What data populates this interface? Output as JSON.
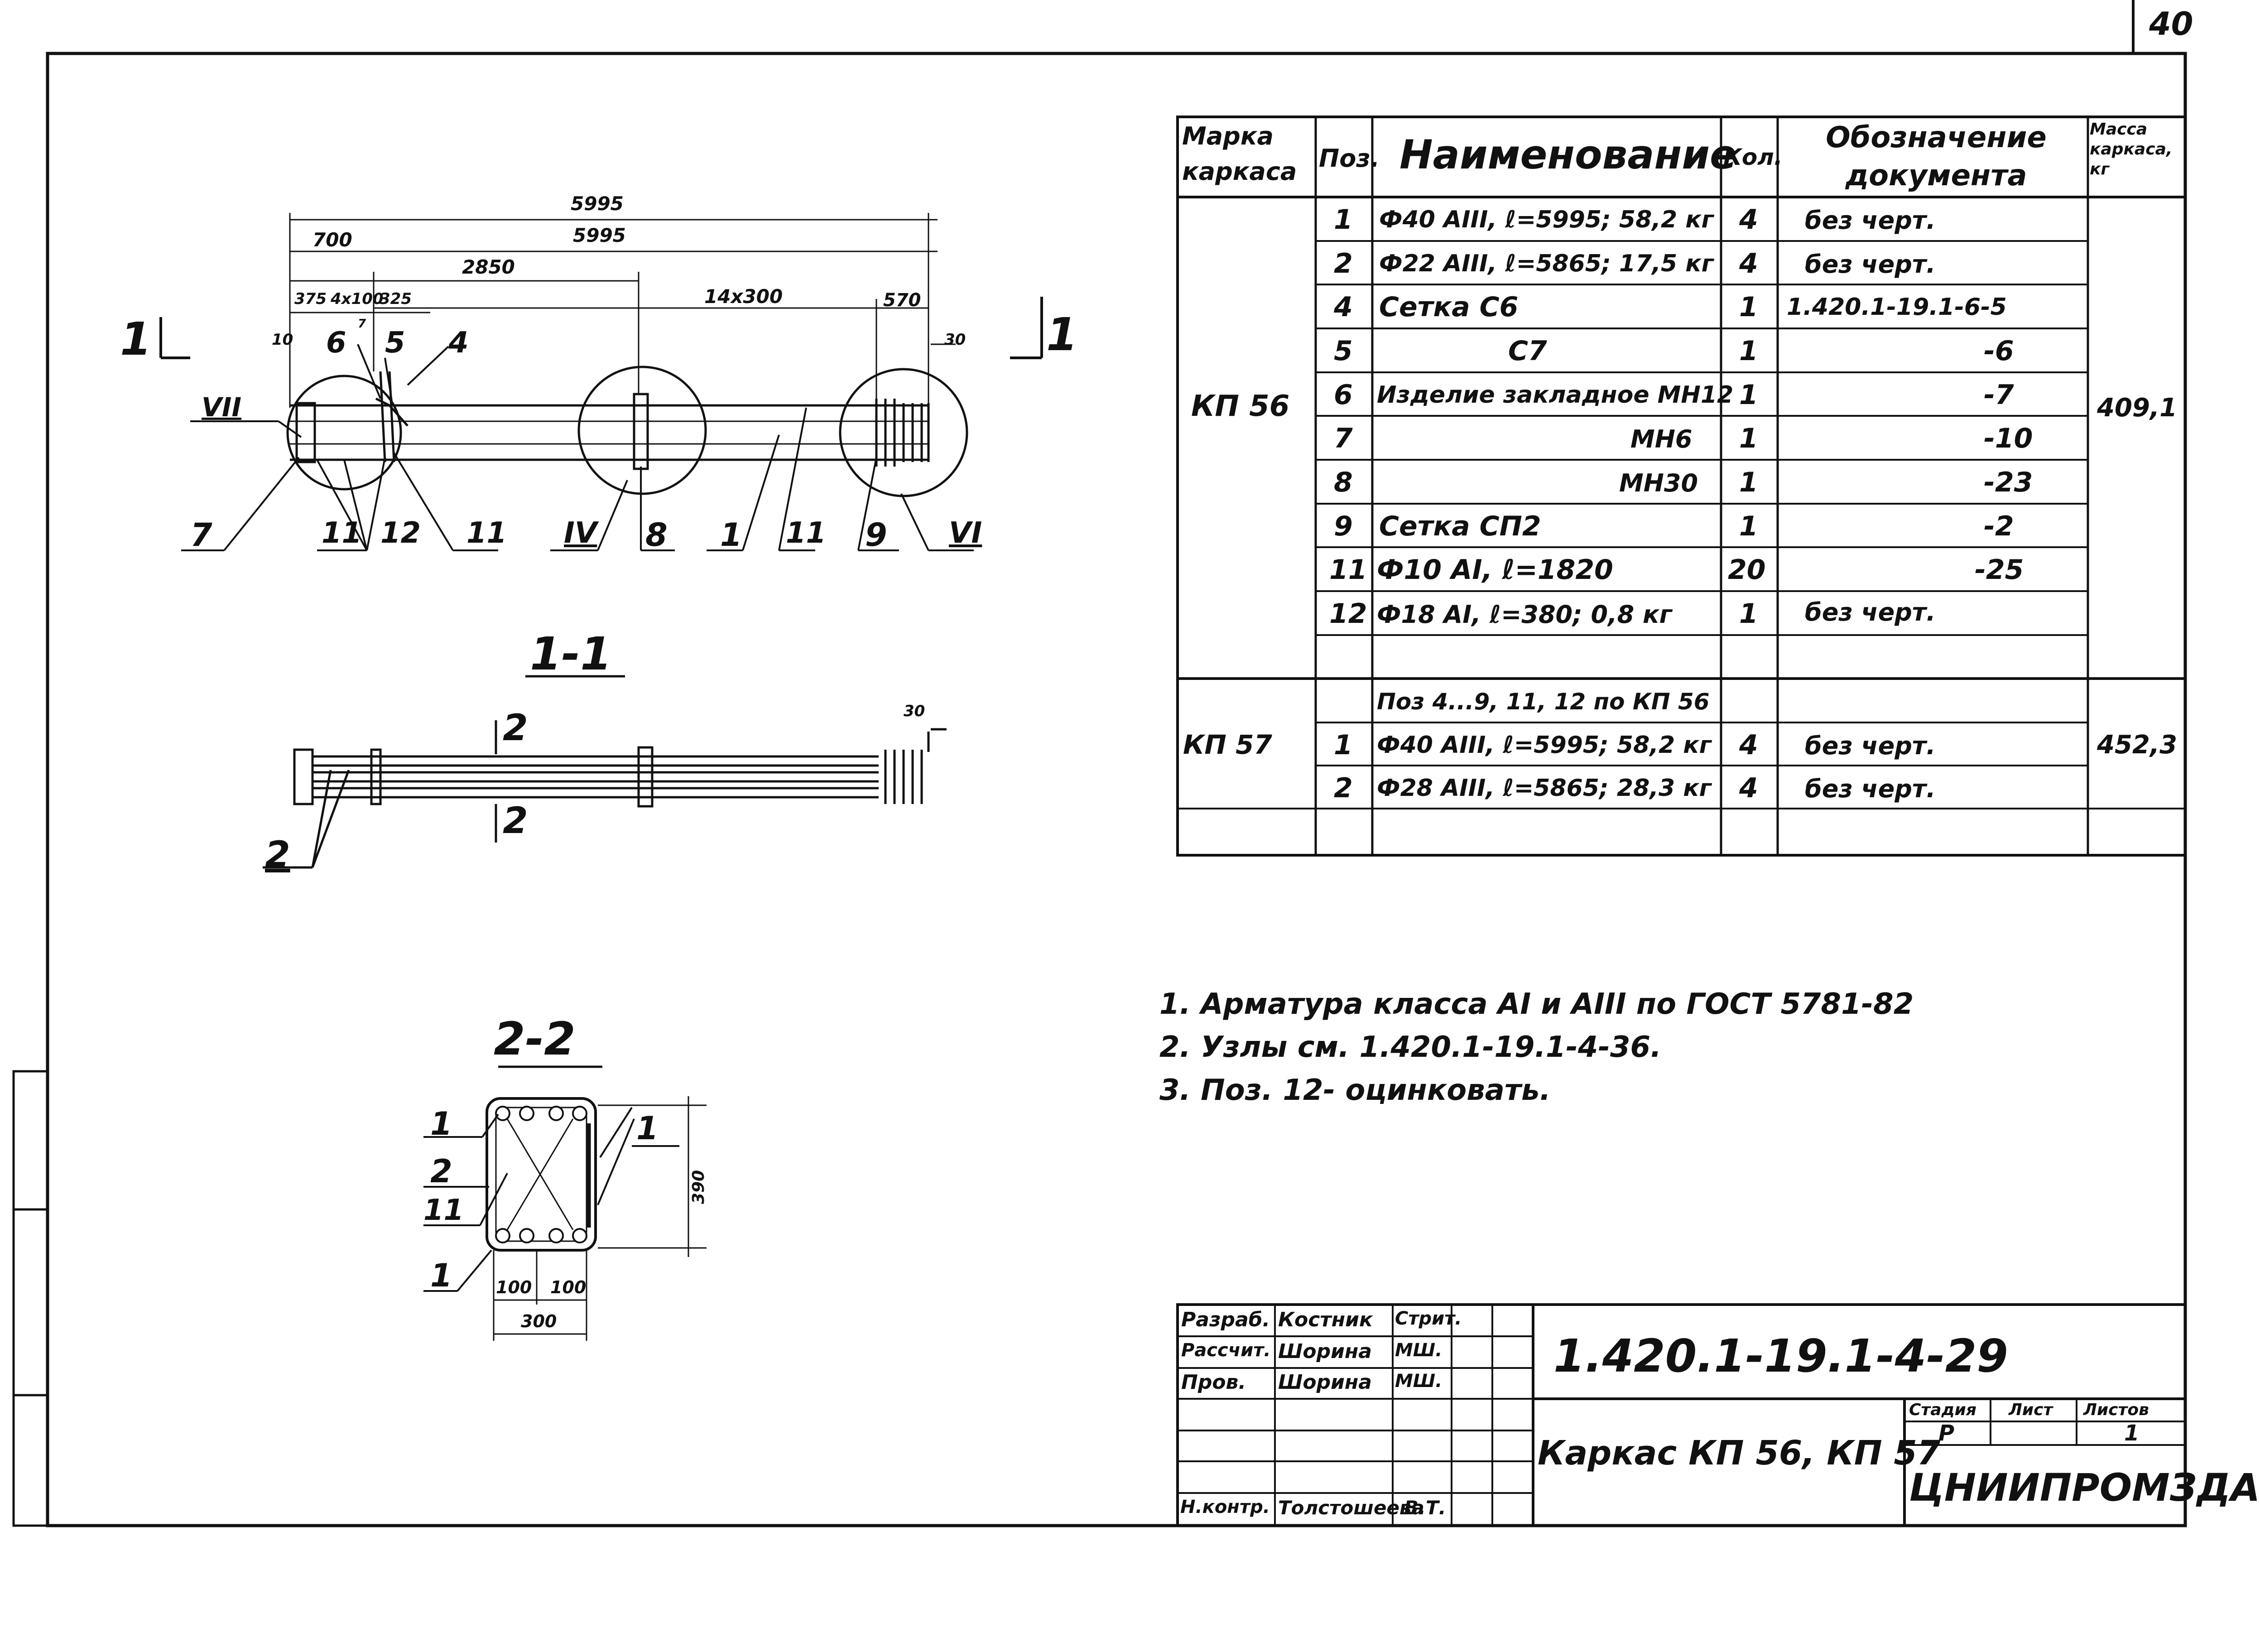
{
  "sheet": {
    "number": "40",
    "code": "1.420.1-19.1-4-29",
    "title": "Каркас КП 56, КП 57",
    "organization": "ЦНИИПРОМЗДАНИЙ",
    "stage_headers": [
      "Стадия",
      "Лист",
      "Листов"
    ],
    "stage_values": [
      "Р",
      "",
      "1"
    ]
  },
  "signatures": [
    {
      "role": "Разраб.",
      "name": "Костник",
      "sign": "Стрит."
    },
    {
      "role": "Рассчит.",
      "name": "Шорина",
      "sign": "МШ."
    },
    {
      "role": "Пров.",
      "name": "Шорина",
      "sign": "МШ."
    },
    {
      "role": "",
      "name": "",
      "sign": ""
    },
    {
      "role": "",
      "name": "",
      "sign": ""
    },
    {
      "role": "",
      "name": "",
      "sign": ""
    },
    {
      "role": "Н.контр.",
      "name": "Толстошеева",
      "sign": "В.Т."
    }
  ],
  "spec": {
    "headers": [
      "Марка каркаса",
      "Поз.",
      "Наименование",
      "Кол.",
      "Обозначение документа",
      "Масса каркаса, кг"
    ],
    "groups": [
      {
        "mark": "КП 56",
        "mass": "409,1",
        "rows": [
          {
            "pos": "1",
            "name": "Ф40 АIII, ℓ=5995; 58,2 кг",
            "qty": "4",
            "doc": "без черт."
          },
          {
            "pos": "2",
            "name": "Ф22 АIII, ℓ=5865; 17,5 кг",
            "qty": "4",
            "doc": "без черт."
          },
          {
            "pos": "4",
            "name": "Сетка С6",
            "qty": "1",
            "doc": "1.420.1-19.1-6-5"
          },
          {
            "pos": "5",
            "name": "С7",
            "qty": "1",
            "doc": "-6"
          },
          {
            "pos": "6",
            "name": "Изделие закладное МН12",
            "qty": "1",
            "doc": "-7"
          },
          {
            "pos": "7",
            "name": "МН6",
            "qty": "1",
            "doc": "-10"
          },
          {
            "pos": "8",
            "name": "МН30",
            "qty": "1",
            "doc": "-23"
          },
          {
            "pos": "9",
            "name": "Сетка СП2",
            "qty": "1",
            "doc": "-2"
          },
          {
            "pos": "11",
            "name": "Ф10 АI, ℓ=1820",
            "qty": "20",
            "doc": "-25"
          },
          {
            "pos": "12",
            "name": "Ф18 АI, ℓ=380; 0,8 кг",
            "qty": "1",
            "doc": "без черт."
          },
          {
            "pos": "",
            "name": "",
            "qty": "",
            "doc": ""
          }
        ]
      },
      {
        "mark": "КП 57",
        "mass": "452,3",
        "rows": [
          {
            "pos": "",
            "name": "Поз 4...9, 11, 12 по КП 56",
            "qty": "",
            "doc": ""
          },
          {
            "pos": "1",
            "name": "Ф40 АIII, ℓ=5995; 58,2 кг",
            "qty": "4",
            "doc": "без черт."
          },
          {
            "pos": "2",
            "name": "Ф28 АIII, ℓ=5865; 28,3 кг",
            "qty": "4",
            "doc": "без черт."
          },
          {
            "pos": "",
            "name": "",
            "qty": "",
            "doc": ""
          }
        ]
      }
    ]
  },
  "notes": [
    "1. Арматура класса АI и АIII по ГОСТ 5781-82",
    "2. Узлы см. 1.420.1-19.1-4-36.",
    "3. Поз. 12- оцинковать."
  ],
  "drawing": {
    "dims_top": [
      "5995",
      "5995",
      "700",
      "2850",
      "14х300",
      "570",
      "375",
      "4х100",
      "325",
      "10",
      "7",
      "30"
    ],
    "section_marks": [
      "1",
      "1"
    ],
    "callouts": [
      "VII",
      "6",
      "5",
      "4",
      "7",
      "11",
      "12",
      "11",
      "IV",
      "8",
      "1",
      "11",
      "9",
      "VI"
    ],
    "section_11_title": "1-1",
    "section_11_marks": [
      "2",
      "2",
      "30",
      "2"
    ],
    "section_22_title": "2-2",
    "section_22_labels": [
      "1",
      "2",
      "11",
      "1",
      "1"
    ],
    "section_22_dims": [
      "100",
      "100",
      "300",
      "390"
    ]
  }
}
